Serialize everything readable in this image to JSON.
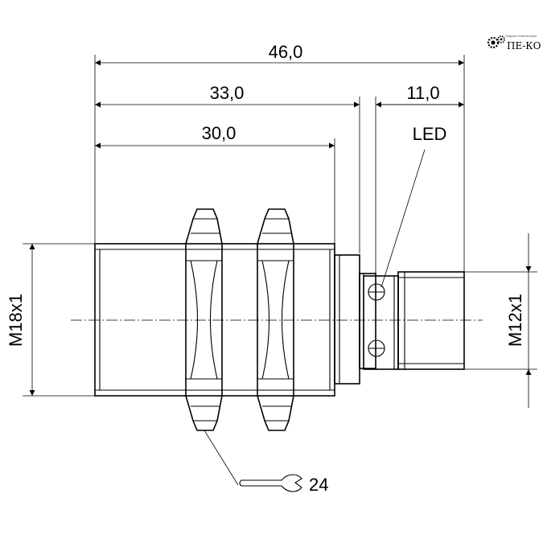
{
  "dimensions": {
    "total_length": "46,0",
    "thread_length": "33,0",
    "housing_length": "30,0",
    "connector_length": "11,0",
    "body_thread": "M18x1",
    "connector_thread": "M12x1",
    "wrench_size": "24"
  },
  "labels": {
    "led": "LED"
  },
  "logo": {
    "text": "ПЕ-КО",
    "subtitle": "Пайдалы Комплектация"
  }
}
